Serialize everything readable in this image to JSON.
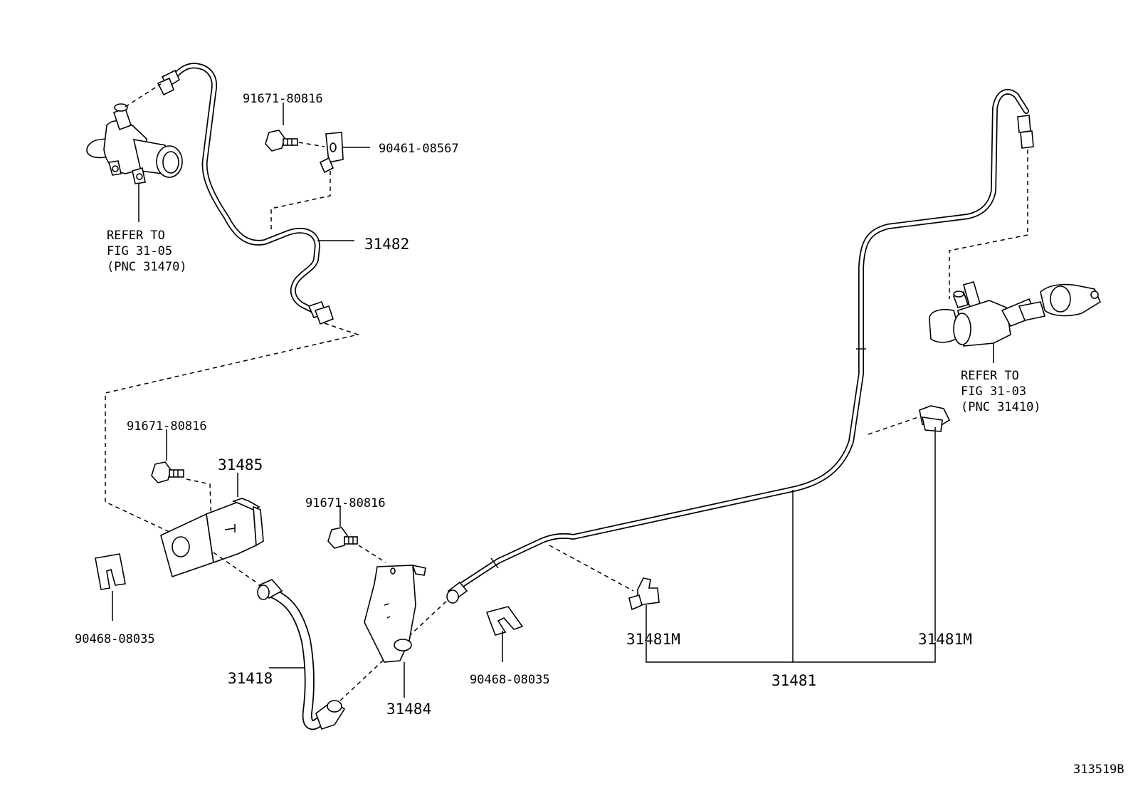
{
  "diagram_id": "313519B",
  "labels": {
    "bolt_top": "91671-80816",
    "clip_top": "90461-08567",
    "tube_31482": "31482",
    "refer_left": [
      "REFER TO",
      "FIG 31-05",
      "(PNC 31470)"
    ],
    "refer_right": [
      "REFER TO",
      "FIG 31-03",
      "(PNC 31410)"
    ],
    "bolt_left": "91671-80816",
    "bracket_31485": "31485",
    "bolt_mid": "91671-80816",
    "clip_left": "90468-08035",
    "hose_31418": "31418",
    "bracket_31484": "31484",
    "clip_mid": "90468-08035",
    "clamp_left": "31481M",
    "clamp_right": "31481M",
    "tube_31481": "31481"
  }
}
